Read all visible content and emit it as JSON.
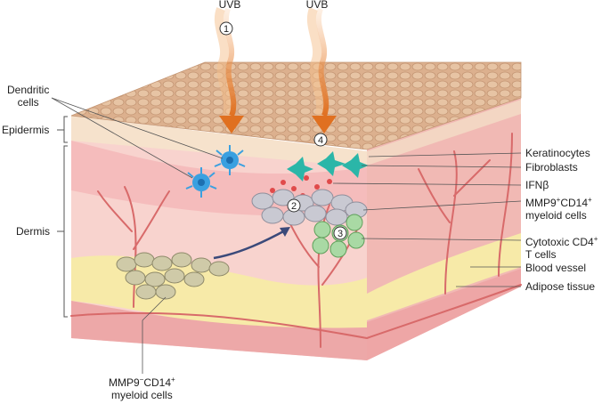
{
  "uvb": [
    "UVB",
    "UVB"
  ],
  "steps": [
    "1",
    "2",
    "3",
    "4"
  ],
  "left_labels": {
    "dendritic_l1": "Dendritic",
    "dendritic_l2": "cells",
    "epidermis": "Epidermis",
    "dermis": "Dermis"
  },
  "right_labels": {
    "keratinocytes": "Keratinocytes",
    "fibroblasts": "Fibroblasts",
    "ifnb": "IFNβ",
    "mmp9pos_a": "MMP9",
    "mmp9pos_sup": "+",
    "mmp9pos_b": "CD14",
    "mmp9pos_sup2": "+",
    "mmp9pos_l2": "myeloid cells",
    "cd4_a": "Cytotoxic CD4",
    "cd4_sup": "+",
    "cd4_l2": "T cells",
    "blood_vessel": "Blood vessel",
    "adipose": "Adipose tissue"
  },
  "bottom_labels": {
    "mmp9neg_a": "MMP9",
    "mmp9neg_sup": "−",
    "mmp9neg_b": "CD14",
    "mmp9neg_sup2": "+",
    "mmp9neg_l2": "myeloid cells"
  },
  "colors": {
    "arrow_orange": "#e07020",
    "skin_top": "#d9b08c",
    "dermis": "#f6c9c4",
    "adipose": "#f7eaa8",
    "dendritic": "#3aa0e0",
    "fibroblast": "#2bb6a8",
    "myeloid_pos": "#c9c9d2",
    "myeloid_neg": "#cfcaa8",
    "tcell": "#a9d9a4",
    "ifnb_dot": "#e04a4a",
    "vessel": "#d96a6a"
  }
}
